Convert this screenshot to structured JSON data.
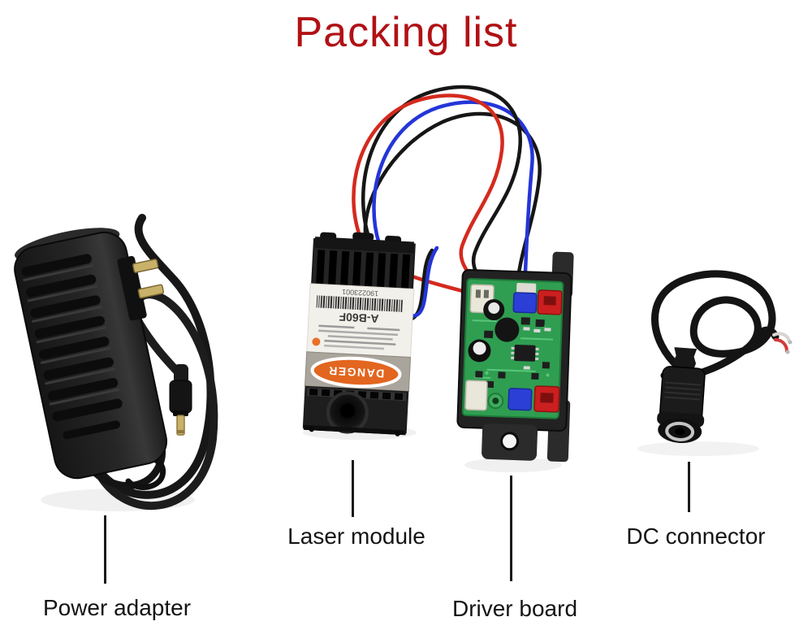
{
  "title": "Packing list",
  "labels": {
    "power_adapter": "Power adapter",
    "laser_module": "Laser module",
    "driver_board": "Driver board",
    "dc_connector": "DC connector"
  },
  "laser_module_sticker": {
    "serial": "190223001",
    "model": "A-B60F",
    "warning": "DANGER"
  },
  "colors": {
    "title_red": "#b11115",
    "label_text": "#141414",
    "background": "#ffffff",
    "pcb_green": "#2f9e51",
    "danger_orange": "#e2661f",
    "wire_red": "#d42a1e",
    "wire_blue": "#2435d8",
    "wire_black": "#161616",
    "plastic_black": "#1b1b1b",
    "brass": "#c9b169"
  }
}
